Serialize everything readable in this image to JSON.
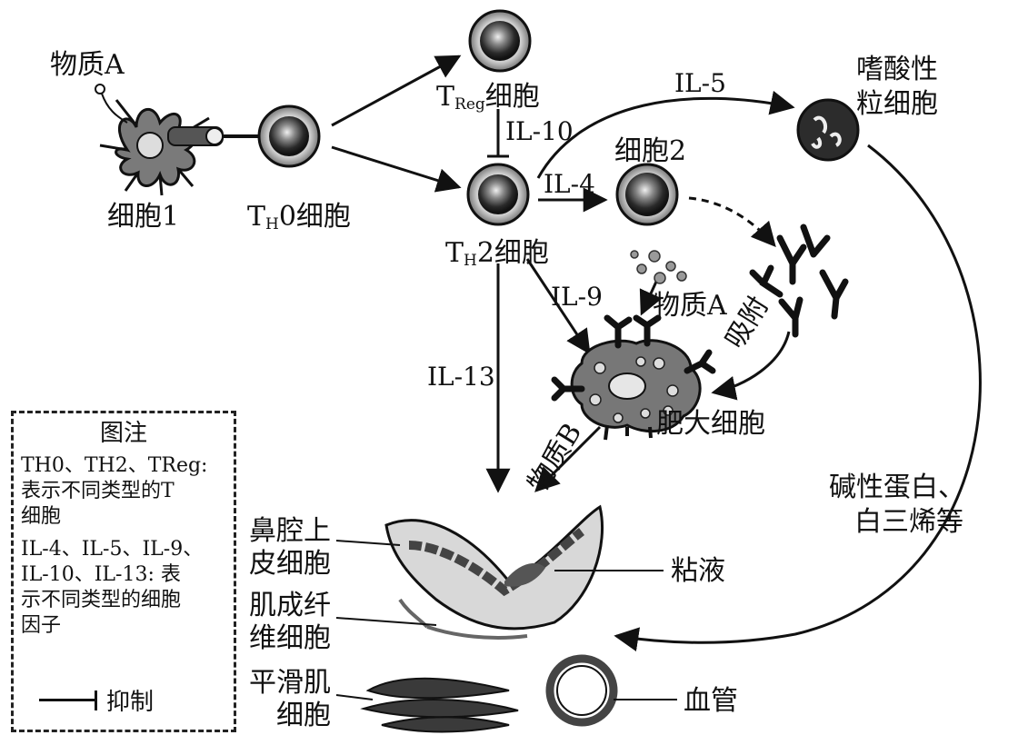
{
  "labels": {
    "substance_a_top": "物质A",
    "cell1": "细胞1",
    "th0_T": "T",
    "th0_sub": "H",
    "th0_rest": "0细胞",
    "treg_T": "T",
    "treg_sub": "Reg",
    "treg_rest": "细胞",
    "th2_T": "T",
    "th2_sub": "H",
    "th2_rest": "2细胞",
    "il10": "IL-10",
    "il5": "IL-5",
    "il4": "IL-4",
    "il9": "IL-9",
    "il13": "IL-13",
    "cell2": "细胞2",
    "eosinophil_line1": "嗜酸性",
    "eosinophil_line2": "粒细胞",
    "substance_a_mid": "物质A",
    "adsorb": "吸附",
    "mast_cell": "肥大细胞",
    "substance_b": "物质B",
    "basic_protein_line1": "碱性蛋白、",
    "basic_protein_line2": "白三烯等",
    "nasal_epi_line1": "鼻腔上",
    "nasal_epi_line2": "皮细胞",
    "mucus": "粘液",
    "fibroblast_line1": "肌成纤",
    "fibroblast_line2": "维细胞",
    "smooth_muscle_line1": "平滑肌",
    "smooth_muscle_line2": "细胞",
    "blood_vessel": "血管"
  },
  "legend": {
    "title": "图注",
    "p1_line1": "TH0、TH2、TReg:",
    "p1_line2": "表示不同类型的T",
    "p1_line3": "细胞",
    "p2_line1": "IL-4、IL-5、IL-9、",
    "p2_line2": "IL-10、IL-13: 表",
    "p2_line3": "示不同类型的细胞",
    "p2_line4": "因子",
    "inhibit": "抑制"
  }
}
